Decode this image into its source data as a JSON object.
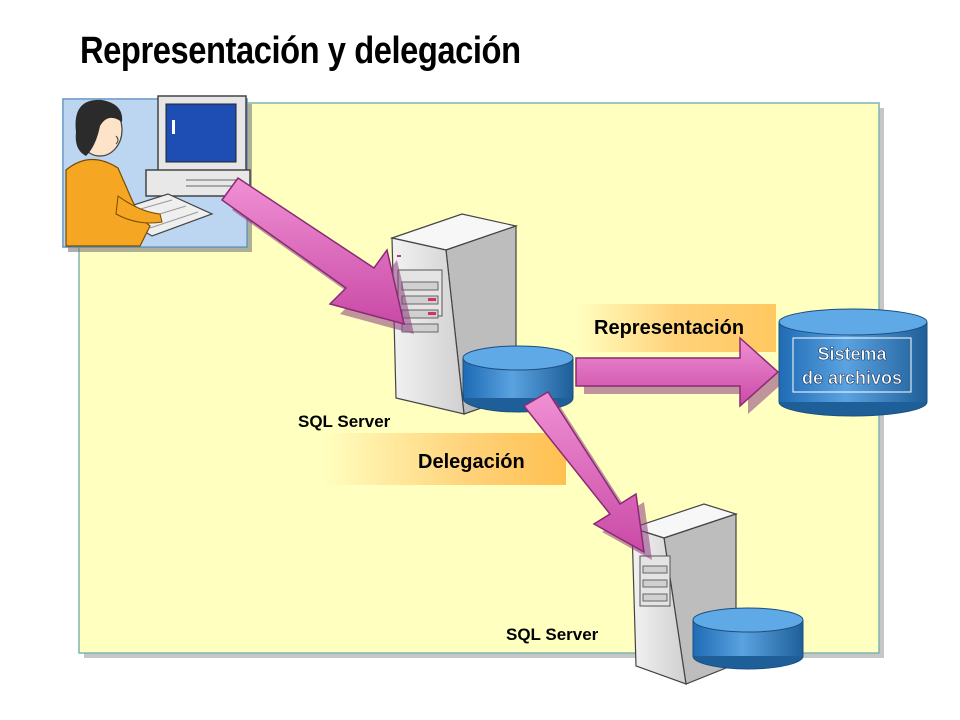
{
  "title": "Representación y delegación",
  "labels": {
    "server_top": "SQL Server",
    "server_bottom": "SQL Server",
    "representation": "Representación",
    "delegation": "Delegación",
    "filesystem_line1": "Sistema",
    "filesystem_line2": "de archivos"
  },
  "colors": {
    "panel": "#ffffc0",
    "panel_border": "#7fb3b3",
    "arrow": "#d966b8",
    "arrow_dark": "#a8328a",
    "band": "#ffcc66",
    "database": "#4a8fce",
    "database_dark": "#1f5f99"
  }
}
